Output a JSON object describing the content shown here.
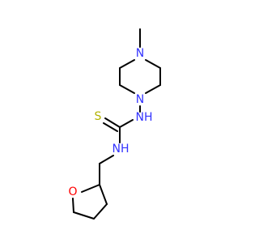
{
  "diagram": {
    "type": "chemical-structure",
    "colors": {
      "background": "#ffffff",
      "bond": "#000000",
      "nitrogen": "#3333ff",
      "oxygen": "#ff0000",
      "sulfur": "#b2b200"
    },
    "atoms": {
      "n_piperazine_top": {
        "label": "N",
        "element": "N"
      },
      "n_piperazine_bottom": {
        "label": "N",
        "element": "N"
      },
      "nh_hydrazine": {
        "label": "NH",
        "element": "N"
      },
      "s_thione": {
        "label": "S",
        "element": "S"
      },
      "nh_amide": {
        "label": "NH",
        "element": "N"
      },
      "o_thf": {
        "label": "O",
        "element": "O"
      }
    }
  }
}
